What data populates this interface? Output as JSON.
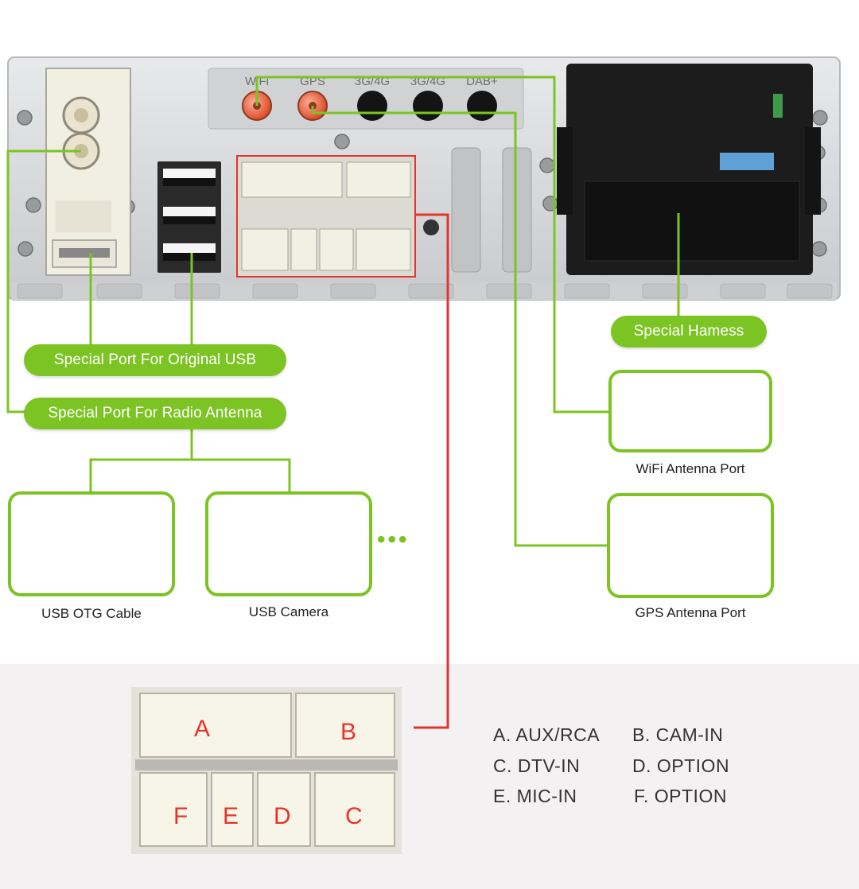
{
  "top_panel": {
    "antenna_port_labels": [
      "WiFi",
      "GPS",
      "3G/4G",
      "3G/4G",
      "DAB+"
    ]
  },
  "callouts": {
    "special_harness": "Special Hamess",
    "original_usb": "Special Port For Original USB",
    "radio_antenna": "Special Port For Radio Antenna"
  },
  "accessories": {
    "wifi_antenna": "WiFi Antenna Port",
    "gps_antenna": "GPS Antenna Port",
    "usb_otg": "USB OTG Cable",
    "usb_camera": "USB Camera",
    "ellipsis": "•••"
  },
  "connector_letters": {
    "top": [
      "A",
      "B"
    ],
    "bottom": [
      "F",
      "E",
      "D",
      "C"
    ]
  },
  "legend": {
    "a": "A. AUX/RCA",
    "b": "B. CAM-IN",
    "c": "C. DTV-IN",
    "d": "D. OPTION",
    "e": "E. MIC-IN",
    "f": "F. OPTION"
  },
  "colors": {
    "accent_green": "#7cc423",
    "callout_red": "#e2362a",
    "panel_silver": "#d9dadc",
    "connector_black": "#1c1c1c",
    "antenna_port_orange": "#e8643c"
  }
}
